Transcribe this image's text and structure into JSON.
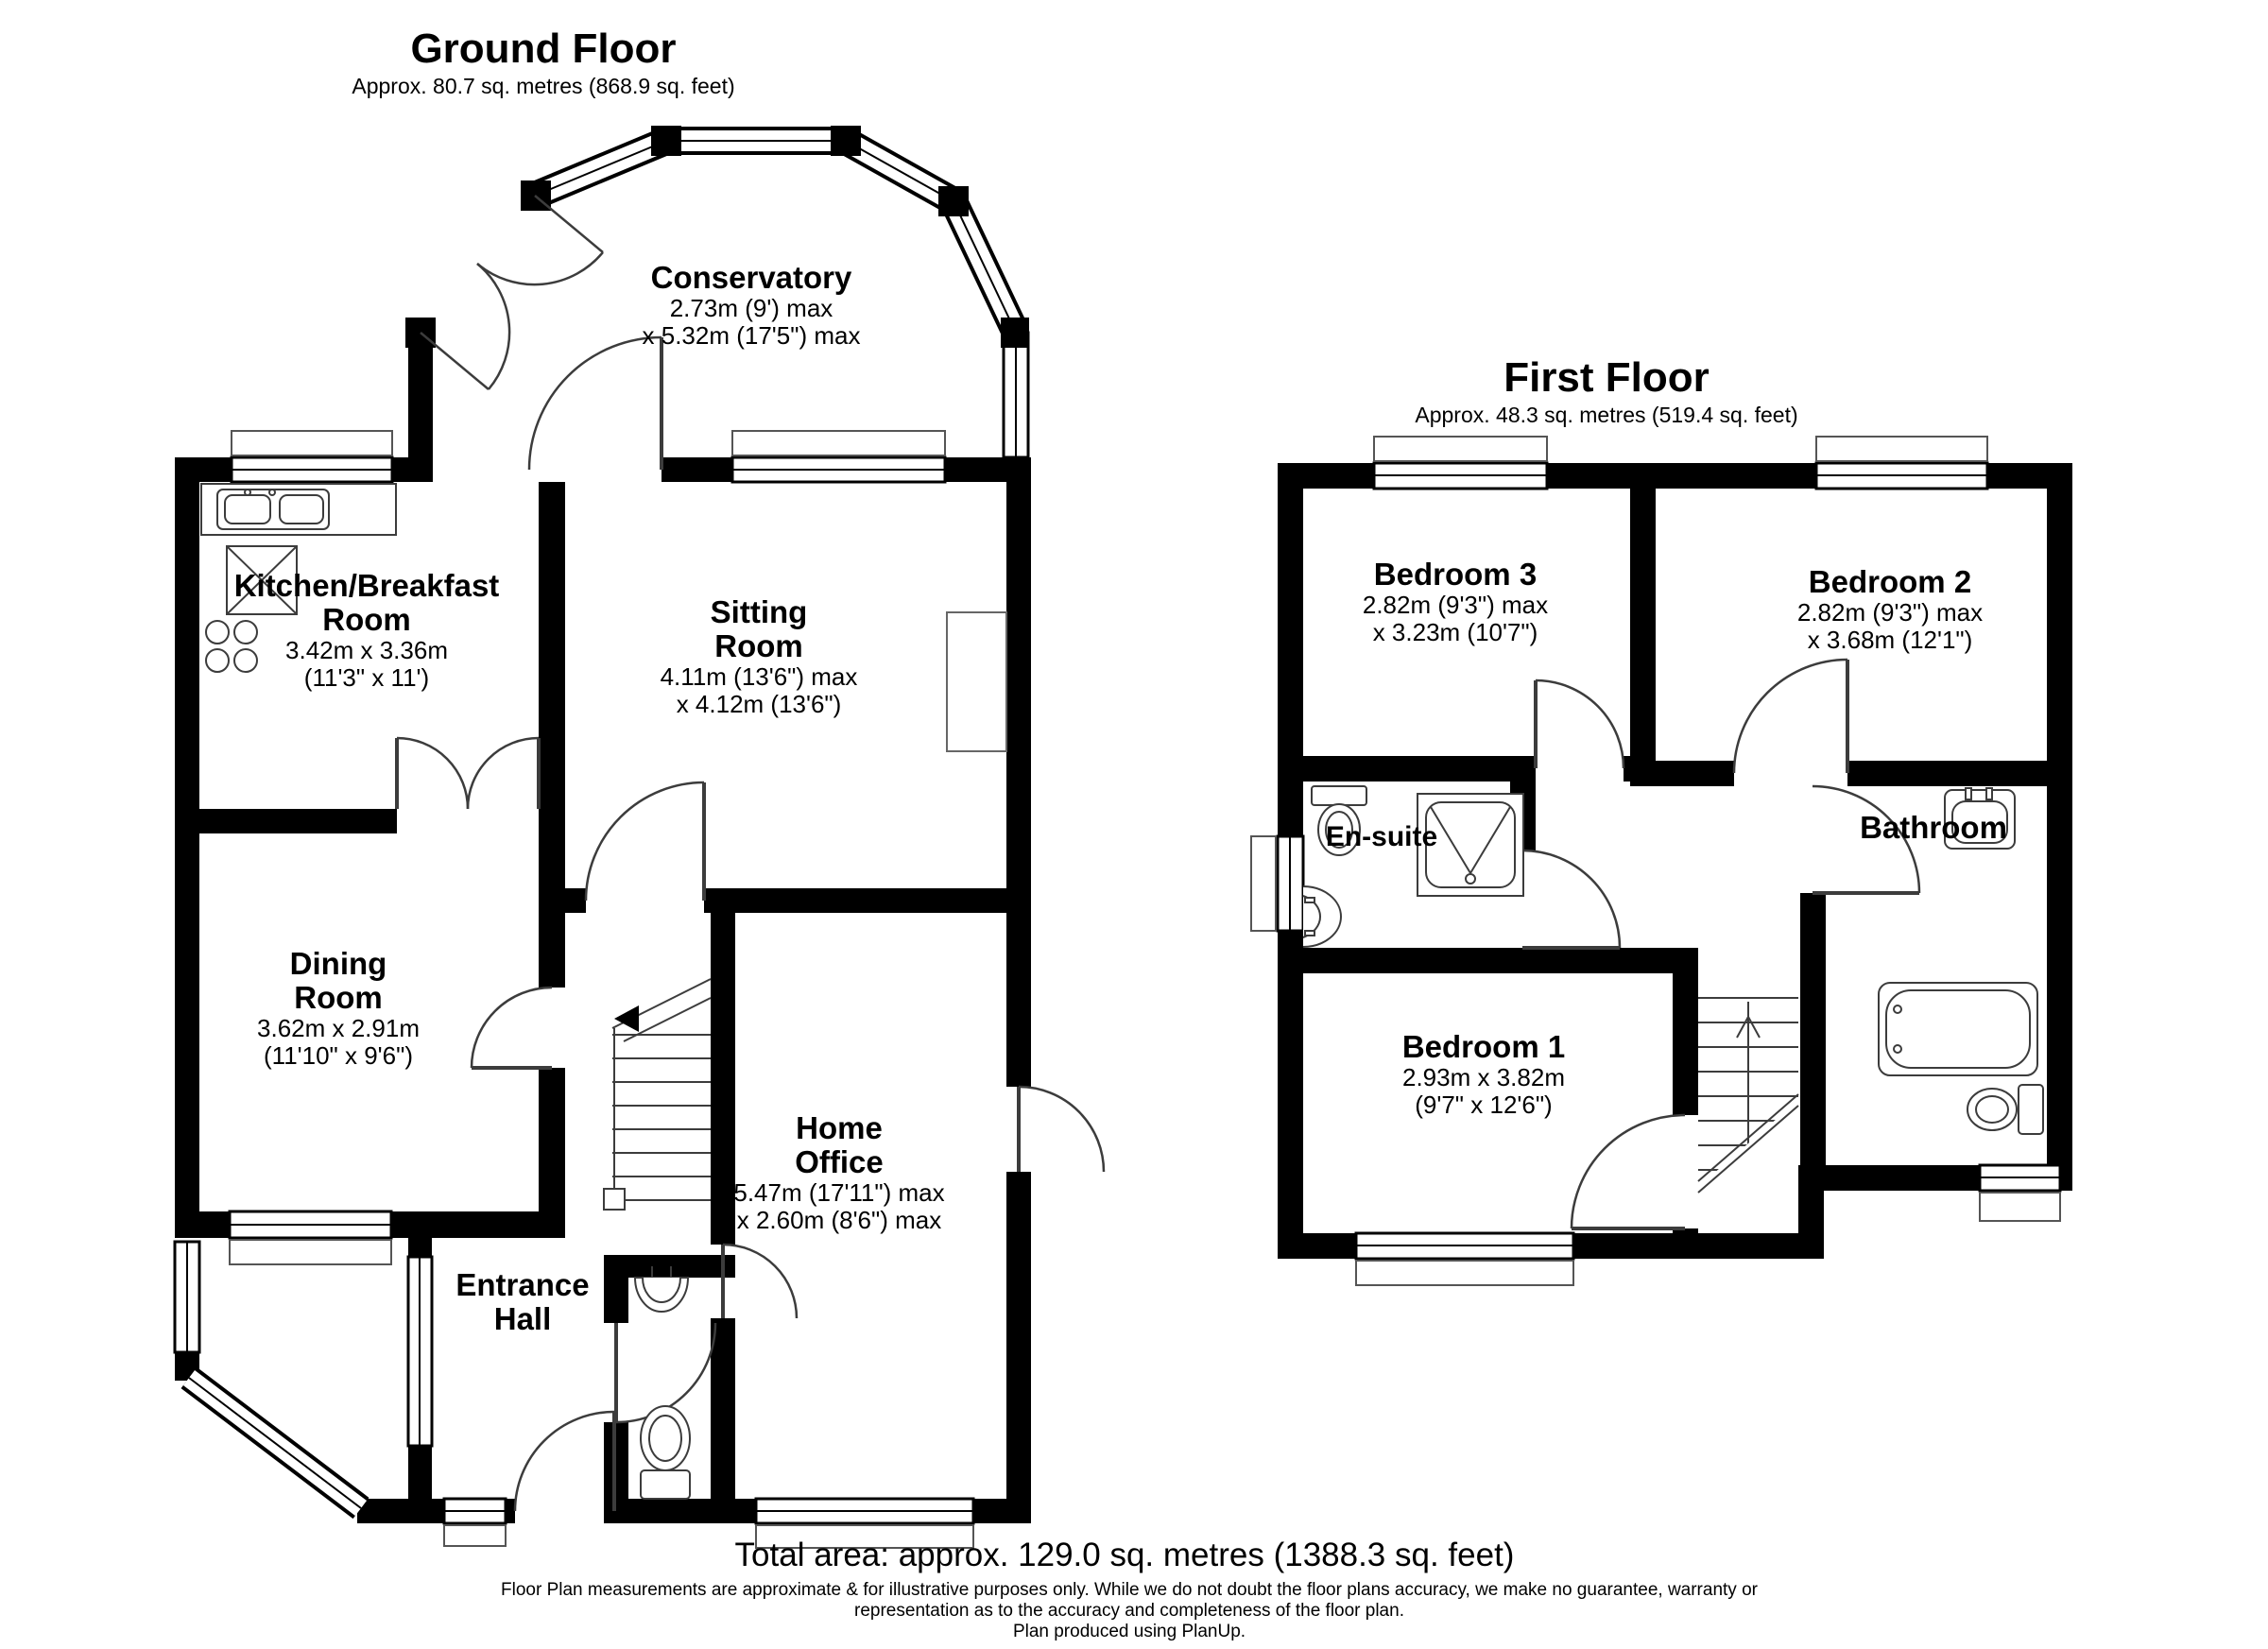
{
  "ground_floor": {
    "title": "Ground Floor",
    "subtitle": "Approx.  80.7 sq. metres (868.9 sq. feet)",
    "rooms": {
      "conservatory": {
        "name": "Conservatory",
        "dim1": "2.73m (9') max",
        "dim2": "x 5.32m (17'5\") max"
      },
      "kitchen": {
        "name1": "Kitchen/Breakfast",
        "name2": "Room",
        "dim1": "3.42m x 3.36m",
        "dim2": "(11'3\" x 11')"
      },
      "sitting": {
        "name1": "Sitting",
        "name2": "Room",
        "dim1": "4.11m (13'6\") max",
        "dim2": "x 4.12m (13'6\")"
      },
      "dining": {
        "name1": "Dining",
        "name2": "Room",
        "dim1": "3.62m x 2.91m",
        "dim2": "(11'10\" x 9'6\")"
      },
      "home_office": {
        "name1": "Home",
        "name2": "Office",
        "dim1": "5.47m (17'11\") max",
        "dim2": "x 2.60m (8'6\") max"
      },
      "entrance": {
        "name1": "Entrance",
        "name2": "Hall"
      }
    }
  },
  "first_floor": {
    "title": "First Floor",
    "subtitle": "Approx. 48.3 sq. metres (519.4 sq. feet)",
    "rooms": {
      "bedroom3": {
        "name": "Bedroom 3",
        "dim1": "2.82m (9'3\") max",
        "dim2": "x 3.23m (10'7\")"
      },
      "bedroom2": {
        "name": "Bedroom 2",
        "dim1": "2.82m (9'3\") max",
        "dim2": "x 3.68m (12'1\")"
      },
      "ensuite": {
        "name": "En-suite"
      },
      "bathroom": {
        "name": "Bathroom"
      },
      "bedroom1": {
        "name": "Bedroom 1",
        "dim1": "2.93m x 3.82m",
        "dim2": "(9'7\" x 12'6\")"
      }
    }
  },
  "footer": {
    "total": "Total area: approx. 129.0 sq. metres (1388.3 sq. feet)",
    "disclaimer1": "Floor Plan measurements are approximate & for illustrative purposes only. While we do not doubt the floor plans accuracy, we make no guarantee, warranty or",
    "disclaimer2": "representation as to the accuracy and completeness of the floor plan.",
    "disclaimer3": "Plan produced using PlanUp."
  },
  "colors": {
    "wall": "#000000",
    "line": "#3c3c3c",
    "background": "#ffffff"
  }
}
